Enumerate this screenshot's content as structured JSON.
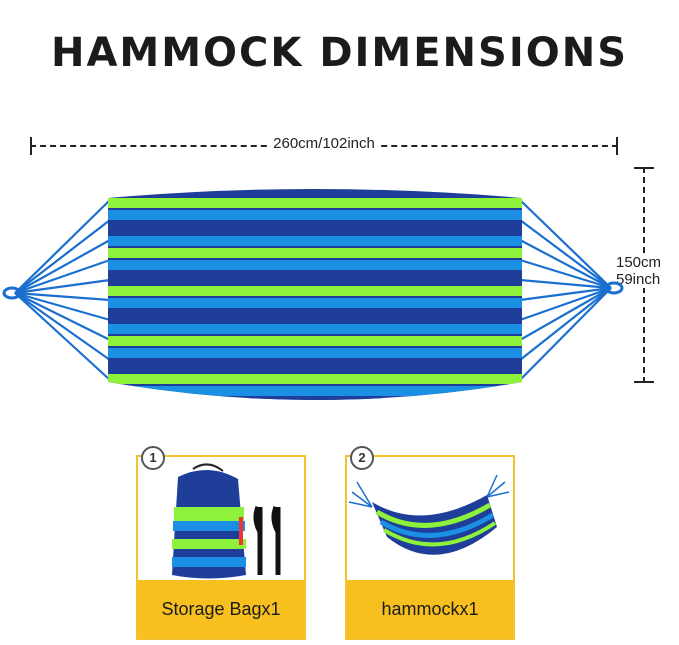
{
  "title": "HAMMOCK DIMENSIONS",
  "dimensions": {
    "width_label": "260cm/102inch",
    "height_cm": "150cm",
    "height_inch": "59inch"
  },
  "items": [
    {
      "number": "1",
      "label": "Storage Bagx1",
      "icon": "storage-bag-with-straps"
    },
    {
      "number": "2",
      "label": "hammockx1",
      "icon": "hammock"
    }
  ],
  "colors": {
    "navy": "#1f3e9a",
    "blue": "#1a8fe3",
    "lime": "#8ff23a",
    "card_border": "#f2c230",
    "caption_bg": "#f7c01e"
  }
}
